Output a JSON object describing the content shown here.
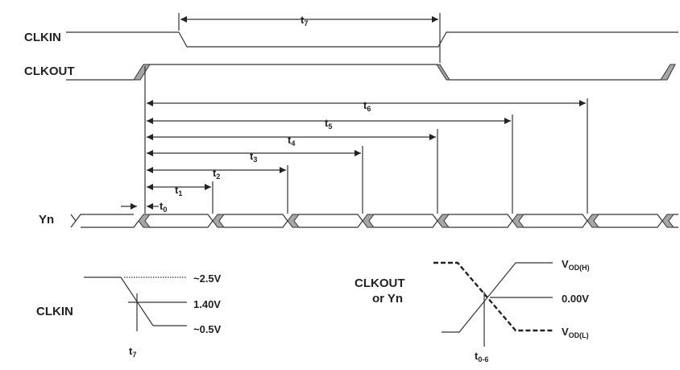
{
  "signals": {
    "clkin": "CLKIN",
    "clkout": "CLKOUT",
    "yn": "Yn"
  },
  "timing": {
    "t0": {
      "base": "t",
      "sub": "0"
    },
    "t1": {
      "base": "t",
      "sub": "1"
    },
    "t2": {
      "base": "t",
      "sub": "2"
    },
    "t3": {
      "base": "t",
      "sub": "3"
    },
    "t4": {
      "base": "t",
      "sub": "4"
    },
    "t5": {
      "base": "t",
      "sub": "5"
    },
    "t6": {
      "base": "t",
      "sub": "6"
    },
    "t7": {
      "base": "t",
      "sub": "7"
    }
  },
  "clkin_detail": {
    "label": "CLKIN",
    "v_high": "~2.5V",
    "v_mid": "1.40V",
    "v_low": "~0.5V",
    "time": {
      "base": "t",
      "sub": "7"
    }
  },
  "clkout_detail": {
    "label_line1": "CLKOUT",
    "label_line2": "or Yn",
    "v_odh": {
      "base": "V",
      "sub": "OD(H)"
    },
    "v_zero": "0.00V",
    "v_odl": {
      "base": "V",
      "sub": "OD(L)"
    },
    "time": {
      "base": "t",
      "sub": "0-6"
    }
  }
}
